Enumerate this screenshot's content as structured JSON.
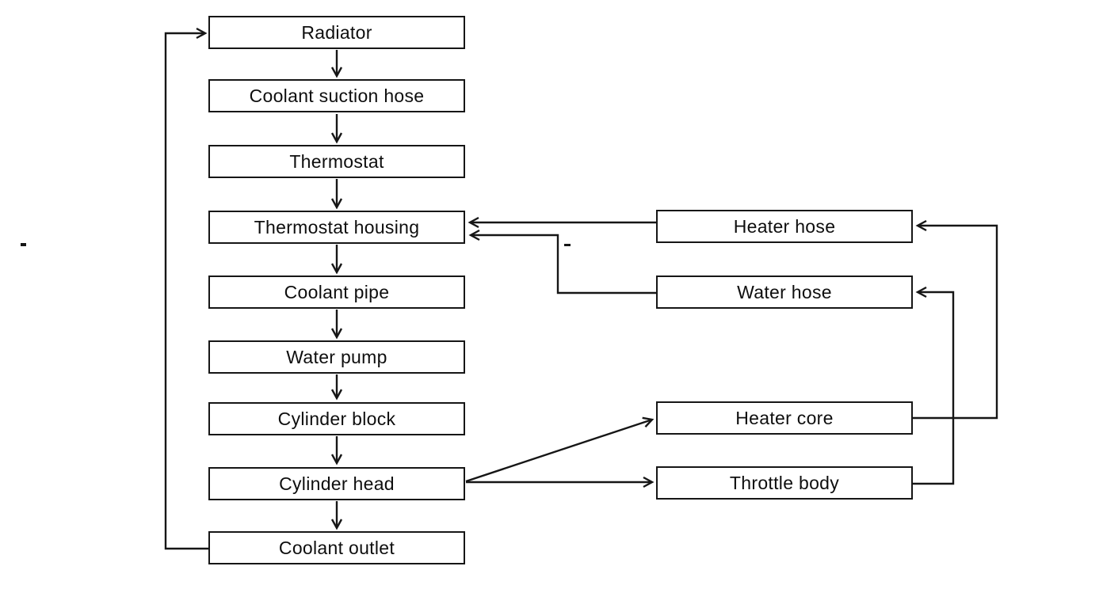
{
  "diagram": {
    "type": "flowchart",
    "subject": "engine coolant flow",
    "colors": {
      "background": "#ffffff",
      "ink": "#161616"
    },
    "nodes": [
      {
        "id": "radiator",
        "label": "Radiator"
      },
      {
        "id": "coolant-suction-hose",
        "label": "Coolant suction hose"
      },
      {
        "id": "thermostat",
        "label": "Thermostat"
      },
      {
        "id": "thermostat-housing",
        "label": "Thermostat housing"
      },
      {
        "id": "coolant-pipe",
        "label": "Coolant pipe"
      },
      {
        "id": "water-pump",
        "label": "Water pump"
      },
      {
        "id": "cylinder-block",
        "label": "Cylinder block"
      },
      {
        "id": "cylinder-head",
        "label": "Cylinder head"
      },
      {
        "id": "coolant-outlet",
        "label": "Coolant outlet"
      },
      {
        "id": "heater-hose",
        "label": "Heater hose"
      },
      {
        "id": "water-hose",
        "label": "Water hose"
      },
      {
        "id": "heater-core",
        "label": "Heater core"
      },
      {
        "id": "throttle-body",
        "label": "Throttle body"
      }
    ],
    "edges": [
      {
        "from": "Radiator",
        "to": "Coolant suction hose"
      },
      {
        "from": "Coolant suction hose",
        "to": "Thermostat"
      },
      {
        "from": "Thermostat",
        "to": "Thermostat housing"
      },
      {
        "from": "Thermostat housing",
        "to": "Coolant pipe"
      },
      {
        "from": "Coolant pipe",
        "to": "Water pump"
      },
      {
        "from": "Water pump",
        "to": "Cylinder block"
      },
      {
        "from": "Cylinder block",
        "to": "Cylinder head"
      },
      {
        "from": "Cylinder head",
        "to": "Coolant outlet"
      },
      {
        "from": "Coolant outlet",
        "to": "Radiator"
      },
      {
        "from": "Heater hose",
        "to": "Thermostat housing"
      },
      {
        "from": "Water hose",
        "to": "Thermostat housing"
      },
      {
        "from": "Cylinder head",
        "to": "Heater core"
      },
      {
        "from": "Cylinder head",
        "to": "Throttle body"
      },
      {
        "from": "Heater core",
        "to": "Heater hose"
      },
      {
        "from": "Throttle body",
        "to": "Water hose"
      }
    ]
  }
}
